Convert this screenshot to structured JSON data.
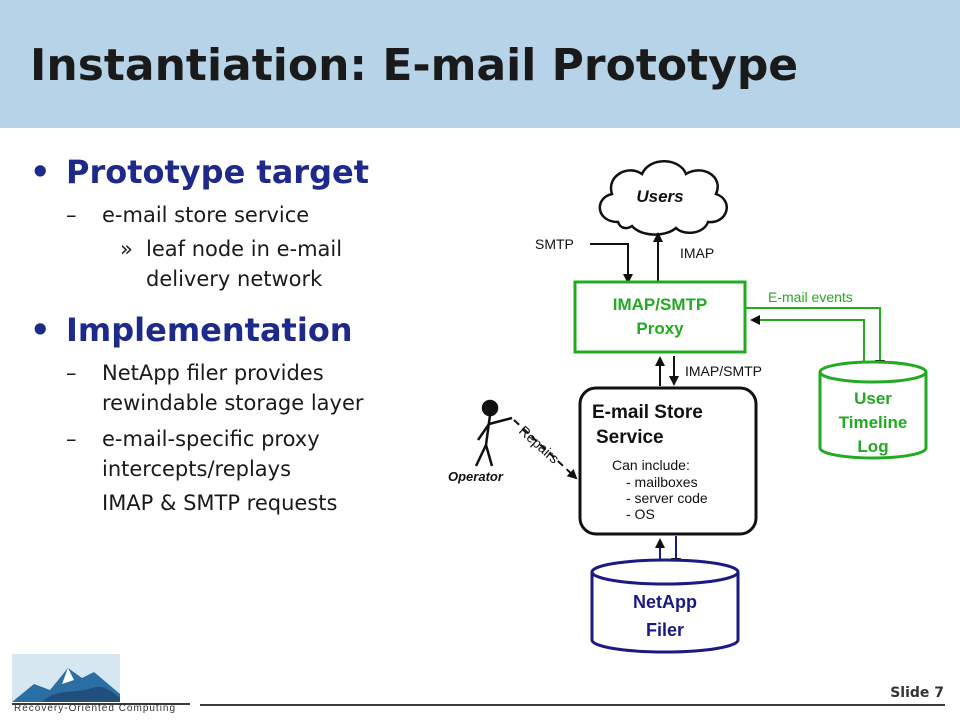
{
  "slide": {
    "title": "Instantiation: E-mail Prototype",
    "slide_number": "Slide 7",
    "logo_text": "Recovery-Oriented Computing"
  },
  "bullets": {
    "target": {
      "heading": "Prototype target",
      "sub": "e-mail store service",
      "subsub_line1": "leaf node in e-mail",
      "subsub_line2": "delivery network"
    },
    "implementation": {
      "heading": "Implementation",
      "item1_line1": "NetApp filer provides",
      "item1_line2": "rewindable storage layer",
      "item2_line1": "e-mail-specific proxy",
      "item2_line2": "intercepts/replays",
      "item2_line3": "IMAP & SMTP requests"
    }
  },
  "diagram": {
    "users": "Users",
    "smtp": "SMTP",
    "imap": "IMAP",
    "proxy_line1": "IMAP/SMTP",
    "proxy_line2": "Proxy",
    "email_events": "E-mail events",
    "imap_smtp": "IMAP/SMTP",
    "timeline_line1": "User",
    "timeline_line2": "Timeline",
    "timeline_line3": "Log",
    "store_line1": "E-mail Store",
    "store_line2": "Service",
    "can_include": "Can include:",
    "inc1": "- mailboxes",
    "inc2": "- server code",
    "inc3": "- OS",
    "repairs": "Repairs",
    "operator": "Operator",
    "netapp_line1": "NetApp",
    "netapp_line2": "Filer"
  },
  "colors": {
    "title_band": "#b7d3e8",
    "heading_blue": "#1e2a8a",
    "proxy_green": "#22aa22",
    "filer_navy": "#1a1a80"
  }
}
